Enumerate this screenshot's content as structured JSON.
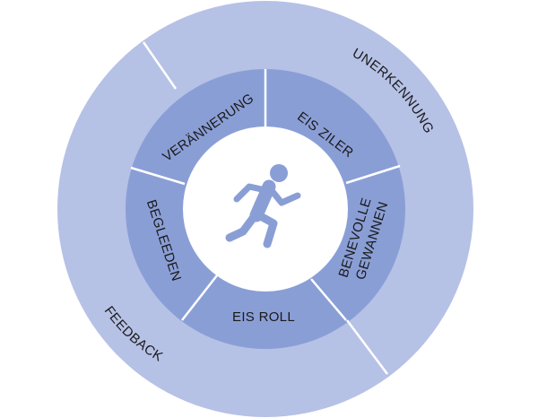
{
  "diagram": {
    "center_icon": "running-person-icon",
    "outer_ring": {
      "segments": [
        {
          "label": "UNERKENNUNG"
        },
        {
          "label": "FEEDBACK"
        }
      ]
    },
    "inner_ring": {
      "segments": [
        {
          "lines": [
            "EIS ZILER"
          ]
        },
        {
          "lines": [
            "BENEVOLLE",
            "GEWANNEN"
          ]
        },
        {
          "lines": [
            "EIS ROLL"
          ]
        },
        {
          "lines": [
            "BEGLEEDEN"
          ]
        },
        {
          "lines": [
            "VERÄNNERUNG"
          ]
        }
      ]
    },
    "colors": {
      "outer_ring": "#b6c1e6",
      "inner_ring": "#8a9ed6",
      "center": "#ffffff",
      "icon": "#8a9ed6",
      "divider": "#ffffff",
      "text": "#1a1a1a"
    }
  }
}
